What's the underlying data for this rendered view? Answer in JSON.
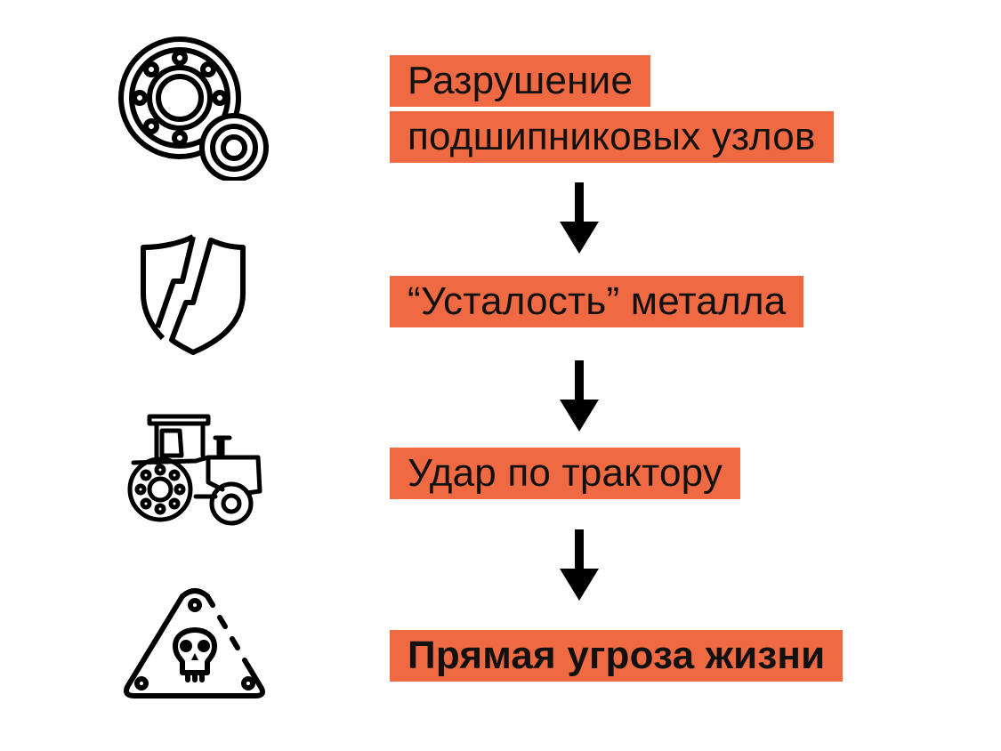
{
  "steps": [
    {
      "icon": "bearing-icon",
      "lines": [
        "Разрушение",
        "подшипниковых узлов"
      ],
      "bold": false
    },
    {
      "icon": "cracked-shield-icon",
      "lines": [
        "“Усталость” металла"
      ],
      "bold": false
    },
    {
      "icon": "tractor-icon",
      "lines": [
        "Удар по трактору"
      ],
      "bold": false
    },
    {
      "icon": "skull-warning-icon",
      "lines": [
        "Прямая угроза жизни"
      ],
      "bold": true
    }
  ],
  "colors": {
    "label_background": "#ef6a43",
    "text": "#111111",
    "icon_stroke": "#000000",
    "arrow": "#000000"
  }
}
